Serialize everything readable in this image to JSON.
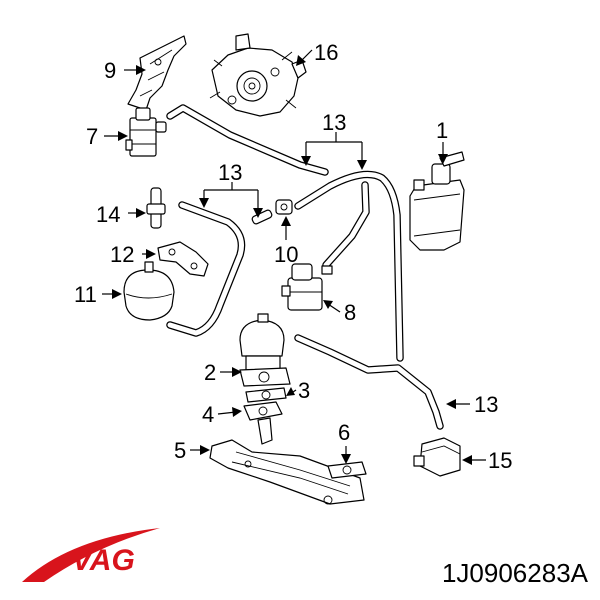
{
  "callouts": {
    "c1": "1",
    "c2": "2",
    "c3": "3",
    "c4": "4",
    "c5": "5",
    "c6": "6",
    "c7": "7",
    "c8": "8",
    "c9": "9",
    "c10": "10",
    "c11": "11",
    "c12": "12",
    "c13a": "13",
    "c13b": "13",
    "c13c": "13",
    "c14": "14",
    "c15": "15",
    "c16": "16"
  },
  "brand": {
    "name": "VAG",
    "color": "#d8141c"
  },
  "part_number": "1J0906283A"
}
